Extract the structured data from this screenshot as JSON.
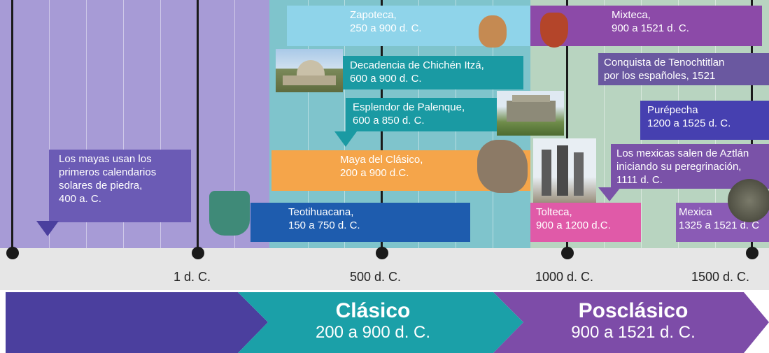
{
  "axis": {
    "ticks": [
      "1 d. C.",
      "500 d. C.",
      "1000 d. C.",
      "1500 d. C."
    ]
  },
  "eras": [
    {
      "title": "Clásico",
      "range": "200 a 900 d. C."
    },
    {
      "title": "Posclásico",
      "range": "900 a 1521 d. C."
    }
  ],
  "events": {
    "zapoteca": {
      "line1": "Zapoteca,",
      "line2": "250 a 900 d. C."
    },
    "mixteca": {
      "line1": "Mixteca,",
      "line2": "900 a 1521 d. C."
    },
    "chichen_itza": {
      "line1": "Decadencia de Chichén Itzá,",
      "line2": "600 a 900 d. C."
    },
    "conquista": {
      "line1": "Conquista de Tenochtitlan",
      "line2": "por los españoles, 1521"
    },
    "palenque": {
      "line1": "Esplendor de Palenque,",
      "line2": "600 a 850 d. C."
    },
    "purepecha": {
      "line1": "Purépecha",
      "line2": "1200 a 1525 d. C."
    },
    "maya_clasico": {
      "line1": "Maya del Clásico,",
      "line2": "200 a 900 d.C."
    },
    "mexicas_aztlan": {
      "line1": "Los mexicas salen de Aztlán",
      "line2": "iniciando su peregrinación,",
      "line3": "1111 d. C."
    },
    "calendarios": {
      "line1": "Los mayas usan los",
      "line2": "primeros calendarios",
      "line3": "solares de piedra,",
      "line4": "400 a. C."
    },
    "teotihuacana": {
      "line1": "Teotihuacana,",
      "line2": "150 a 750 d. C."
    },
    "tolteca": {
      "line1": "Tolteca,",
      "line2": "900 a 1200 d.C."
    },
    "mexica": {
      "line1": "Mexica",
      "line2": "1325 a 1521 d. C"
    }
  },
  "colors": {
    "preclasico": "#4b3f9e",
    "clasico": "#1ba0a8",
    "posclasico": "#7d4ca8"
  }
}
